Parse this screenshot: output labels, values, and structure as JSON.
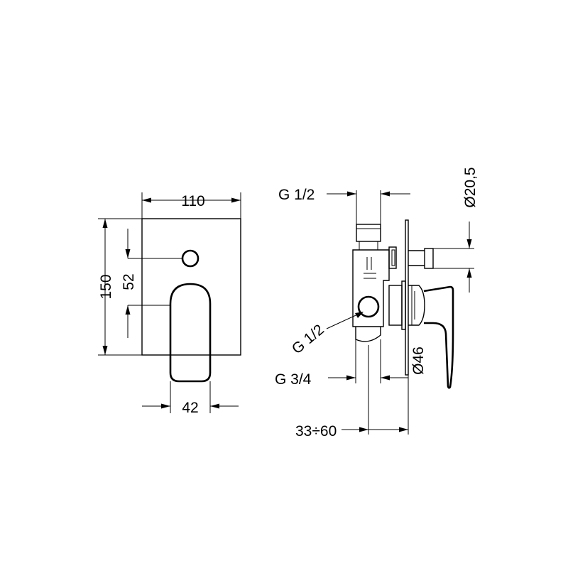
{
  "front_view": {
    "width_label": "110",
    "height_label": "150",
    "knob_offset_label": "52",
    "handle_width_label": "42"
  },
  "side_view": {
    "top_inlet_label": "G 1/2",
    "outlet_diameter_label": "Ø20,5",
    "side_inlet_label": "G 1/2",
    "rosette_diameter_label": "Ø46",
    "bottom_inlet_label": "G 3/4",
    "depth_range_label": "33÷60"
  }
}
